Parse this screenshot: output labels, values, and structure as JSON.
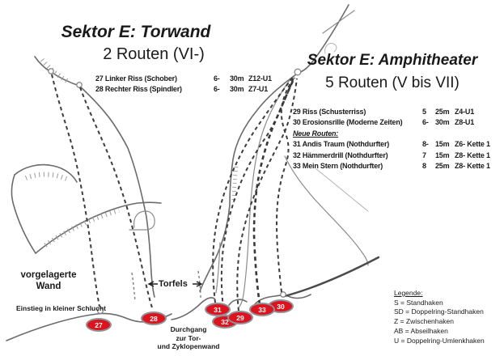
{
  "torwand": {
    "title": "Sektor E: Torwand",
    "subtitle": "2 Routen (VI-)",
    "routes": [
      {
        "name": "27 Linker Riss (Schober)",
        "grade": "6-",
        "length": "30m",
        "gear": "Z12-U1"
      },
      {
        "name": "28 Rechter Riss (Spindler)",
        "grade": "6-",
        "length": "30m",
        "gear": "Z7-U1"
      }
    ]
  },
  "amphitheater": {
    "title": "Sektor E: Amphitheater",
    "subtitle": "5 Routen (V bis VII)",
    "routes": [
      {
        "name": "29 Riss (Schusterriss)",
        "grade": "5",
        "length": "25m",
        "gear": "Z4-U1"
      },
      {
        "name": "30 Erosionsrille (Moderne Zeiten)",
        "grade": "6-",
        "length": "30m",
        "gear": "Z8-U1"
      }
    ],
    "new_routes_heading": "Neue Routen:",
    "new_routes": [
      {
        "name": "31 Andis Traum (Nothdurfter)",
        "grade": "8-",
        "length": "15m",
        "gear": "Z6- Kette 1"
      },
      {
        "name": "32 Hämmerdrill (Nothdurfter)",
        "grade": "7",
        "length": "15m",
        "gear": "Z8- Kette 1"
      },
      {
        "name": "33 Mein Stern (Nothdurfter)",
        "grade": "8",
        "length": "25m",
        "gear": "Z8- Kette 1"
      }
    ]
  },
  "labels": {
    "vorgelagerte_wand": "vorgelagerte Wand",
    "einstieg": "Einstieg in kleiner Schlucht",
    "torfels": "Torfels",
    "durchgang_line1": "Durchgang",
    "durchgang_line2": "zur Tor-",
    "durchgang_line3": "und Zyklopenwand"
  },
  "legend": {
    "heading": "Legende:",
    "items": [
      "S = Standhaken",
      "SD = Doppelring-Standhaken",
      "Z = Zwischenhaken",
      "AB = Abseilhaken",
      "U = Doppelring-Umlenkhaken"
    ]
  },
  "markers": [
    {
      "label": "27"
    },
    {
      "label": "28"
    },
    {
      "label": "31"
    },
    {
      "label": "32"
    },
    {
      "label": "29"
    },
    {
      "label": "30"
    },
    {
      "label": "33"
    }
  ],
  "colors": {
    "marker_fill": "#dc1420",
    "marker_border": "#909296",
    "route_line": "#3d3d3d",
    "rock_line": "#6b6b6b",
    "text": "#1a1a1a",
    "background": "#ffffff"
  }
}
